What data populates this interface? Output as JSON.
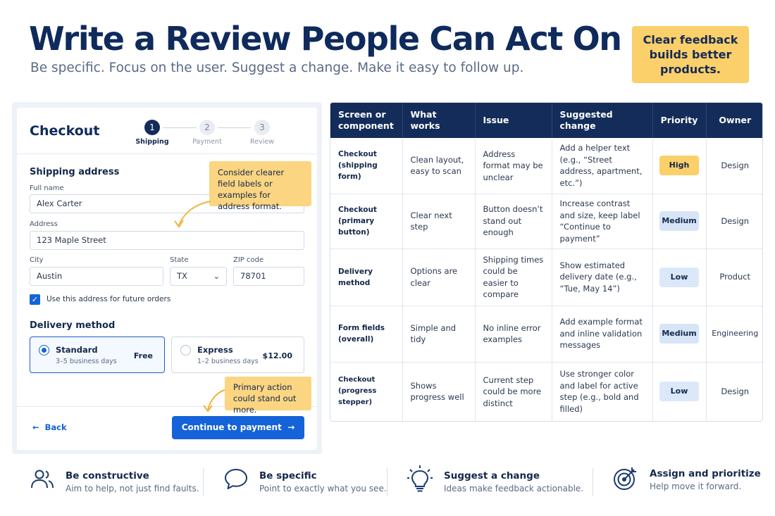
{
  "hero": {
    "title": "Write a Review People Can Act On",
    "subtitle": "Be specific. Focus on the user. Suggest a change. Make it easy to follow up.",
    "callout": "Clear feedback builds better products."
  },
  "checkout": {
    "title": "Checkout",
    "steps": [
      {
        "number": "1",
        "label": "Shipping"
      },
      {
        "number": "2",
        "label": "Payment"
      },
      {
        "number": "3",
        "label": "Review"
      }
    ],
    "shipping_title": "Shipping address",
    "full_name_label": "Full name",
    "full_name_value": "Alex Carter",
    "address_label": "Address",
    "address_value": "123 Maple Street",
    "city_label": "City",
    "city_value": "Austin",
    "state_label": "State",
    "state_value": "TX",
    "zip_label": "ZIP code",
    "zip_value": "78701",
    "save_address_label": "Use this address for future orders",
    "delivery_title": "Delivery method",
    "options": [
      {
        "name": "Standard",
        "desc": "3–5 business days",
        "price": "Free"
      },
      {
        "name": "Express",
        "desc": "1–2 business days",
        "price": "$12.00"
      }
    ],
    "back_label": "Back",
    "continue_label": "Continue to payment",
    "note_fields": "Consider clearer field labels or examples for address format.",
    "note_action": "Primary action could stand out more."
  },
  "table": {
    "headers": [
      "Screen or component",
      "What works",
      "Issue",
      "Suggested change",
      "Priority",
      "Owner"
    ],
    "rows": [
      {
        "component": "Checkout (shipping form)",
        "works": "Clean layout, easy to scan",
        "issue": "Address format may be unclear",
        "change": "Add a helper text (e.g., “Street address, apartment, etc.”)",
        "priority": "High",
        "owner": "Design"
      },
      {
        "component": "Checkout (primary button)",
        "works": "Clear next step",
        "issue": "Button doesn’t stand out enough",
        "change": "Increase contrast and size, keep label “Continue to payment”",
        "priority": "Medium",
        "owner": "Design"
      },
      {
        "component": "Delivery method",
        "works": "Options are clear",
        "issue": "Shipping times could be easier to compare",
        "change": "Show estimated delivery date (e.g., “Tue, May 14”)",
        "priority": "Low",
        "owner": "Product"
      },
      {
        "component": "Form fields (overall)",
        "works": "Simple and tidy",
        "issue": "No inline error examples",
        "change": "Add example format and inline validation messages",
        "priority": "Medium",
        "owner": "Engineering"
      },
      {
        "component": "Checkout (progress stepper)",
        "works": "Shows progress well",
        "issue": "Current step could be more distinct",
        "change": "Use stronger color and label for active step (e.g., bold and filled)",
        "priority": "Low",
        "owner": "Design"
      }
    ]
  },
  "tips": [
    {
      "icon": "people-icon",
      "title": "Be constructive",
      "desc": "Aim to help, not just find faults."
    },
    {
      "icon": "speech-bubble-icon",
      "title": "Be specific",
      "desc": "Point to exactly what you see."
    },
    {
      "icon": "lightbulb-icon",
      "title": "Suggest a change",
      "desc": "Ideas make feedback actionable."
    },
    {
      "icon": "target-icon",
      "title": "Assign and prioritize",
      "desc": "Help move it forward."
    }
  ],
  "colors": {
    "navy": "#132c5a",
    "accent_blue": "#1463d8",
    "callout_yellow": "#fbcf6a",
    "badge_blue": "#d7e5f7"
  }
}
